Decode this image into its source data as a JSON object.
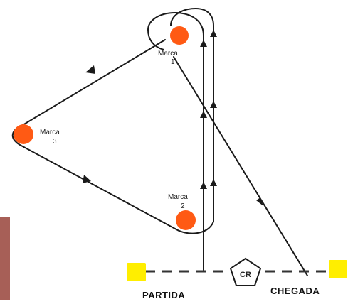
{
  "diagram": {
    "marks": [
      {
        "id": "marca-1",
        "line1": "Marca",
        "line2": "1"
      },
      {
        "id": "marca-2",
        "line1": "Marca",
        "line2": "2"
      },
      {
        "id": "marca-3",
        "line1": "Marca",
        "line2": "3"
      }
    ],
    "start_label": "PARTIDA",
    "finish_label": "CHEGADA",
    "center_label": "CR",
    "colors": {
      "line": "#1a1a1a",
      "mark": "#ff5a14",
      "endpoint": "#ffee00",
      "edge": "#8a2a1f"
    }
  }
}
